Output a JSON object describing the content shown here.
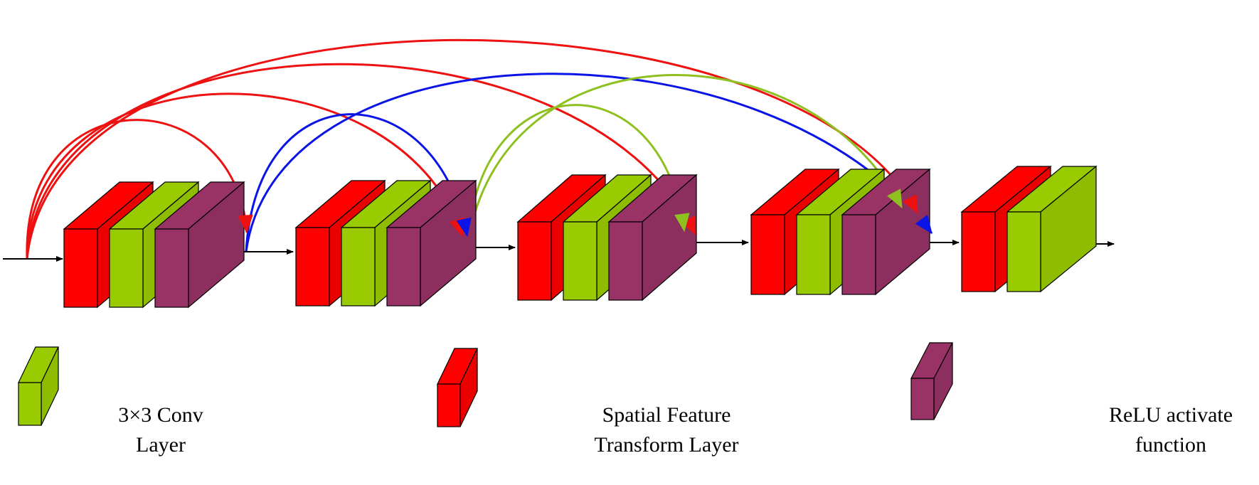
{
  "colors": {
    "spatial_feature_transform": "#ff0000",
    "conv": "#99cc00",
    "relu": "#993366",
    "main_flow": "#000000",
    "skip_red": "#ee1111",
    "skip_blue": "#0a14e6",
    "skip_green": "#8ec020",
    "outline": "#000000"
  },
  "legend": {
    "conv": {
      "line1": "3×3 Conv",
      "line2": "Layer",
      "icon": "green-block-icon"
    },
    "sft": {
      "line1": "Spatial Feature",
      "line2": "Transform Layer",
      "icon": "red-block-icon"
    },
    "relu": {
      "line1": "ReLU activate",
      "line2": "function",
      "icon": "purple-block-icon"
    }
  },
  "blocks": [
    {
      "name": "block-1",
      "layers": [
        "sft",
        "conv",
        "relu"
      ]
    },
    {
      "name": "block-2",
      "layers": [
        "sft",
        "conv",
        "relu"
      ]
    },
    {
      "name": "block-3",
      "layers": [
        "sft",
        "conv",
        "relu"
      ]
    },
    {
      "name": "block-4",
      "layers": [
        "sft",
        "conv",
        "relu"
      ]
    },
    {
      "name": "block-5",
      "layers": [
        "sft",
        "conv"
      ]
    }
  ],
  "skip_connections": [
    {
      "color": "red",
      "from": "input",
      "to": "after-block-1"
    },
    {
      "color": "red",
      "from": "input",
      "to": "after-block-2"
    },
    {
      "color": "red",
      "from": "input",
      "to": "after-block-3"
    },
    {
      "color": "red",
      "from": "input",
      "to": "after-block-4"
    },
    {
      "color": "blue",
      "from": "after-block-1",
      "to": "after-block-2"
    },
    {
      "color": "blue",
      "from": "after-block-1",
      "to": "after-block-4"
    },
    {
      "color": "green",
      "from": "after-block-2",
      "to": "after-block-3"
    },
    {
      "color": "green",
      "from": "after-block-2",
      "to": "after-block-4"
    }
  ]
}
